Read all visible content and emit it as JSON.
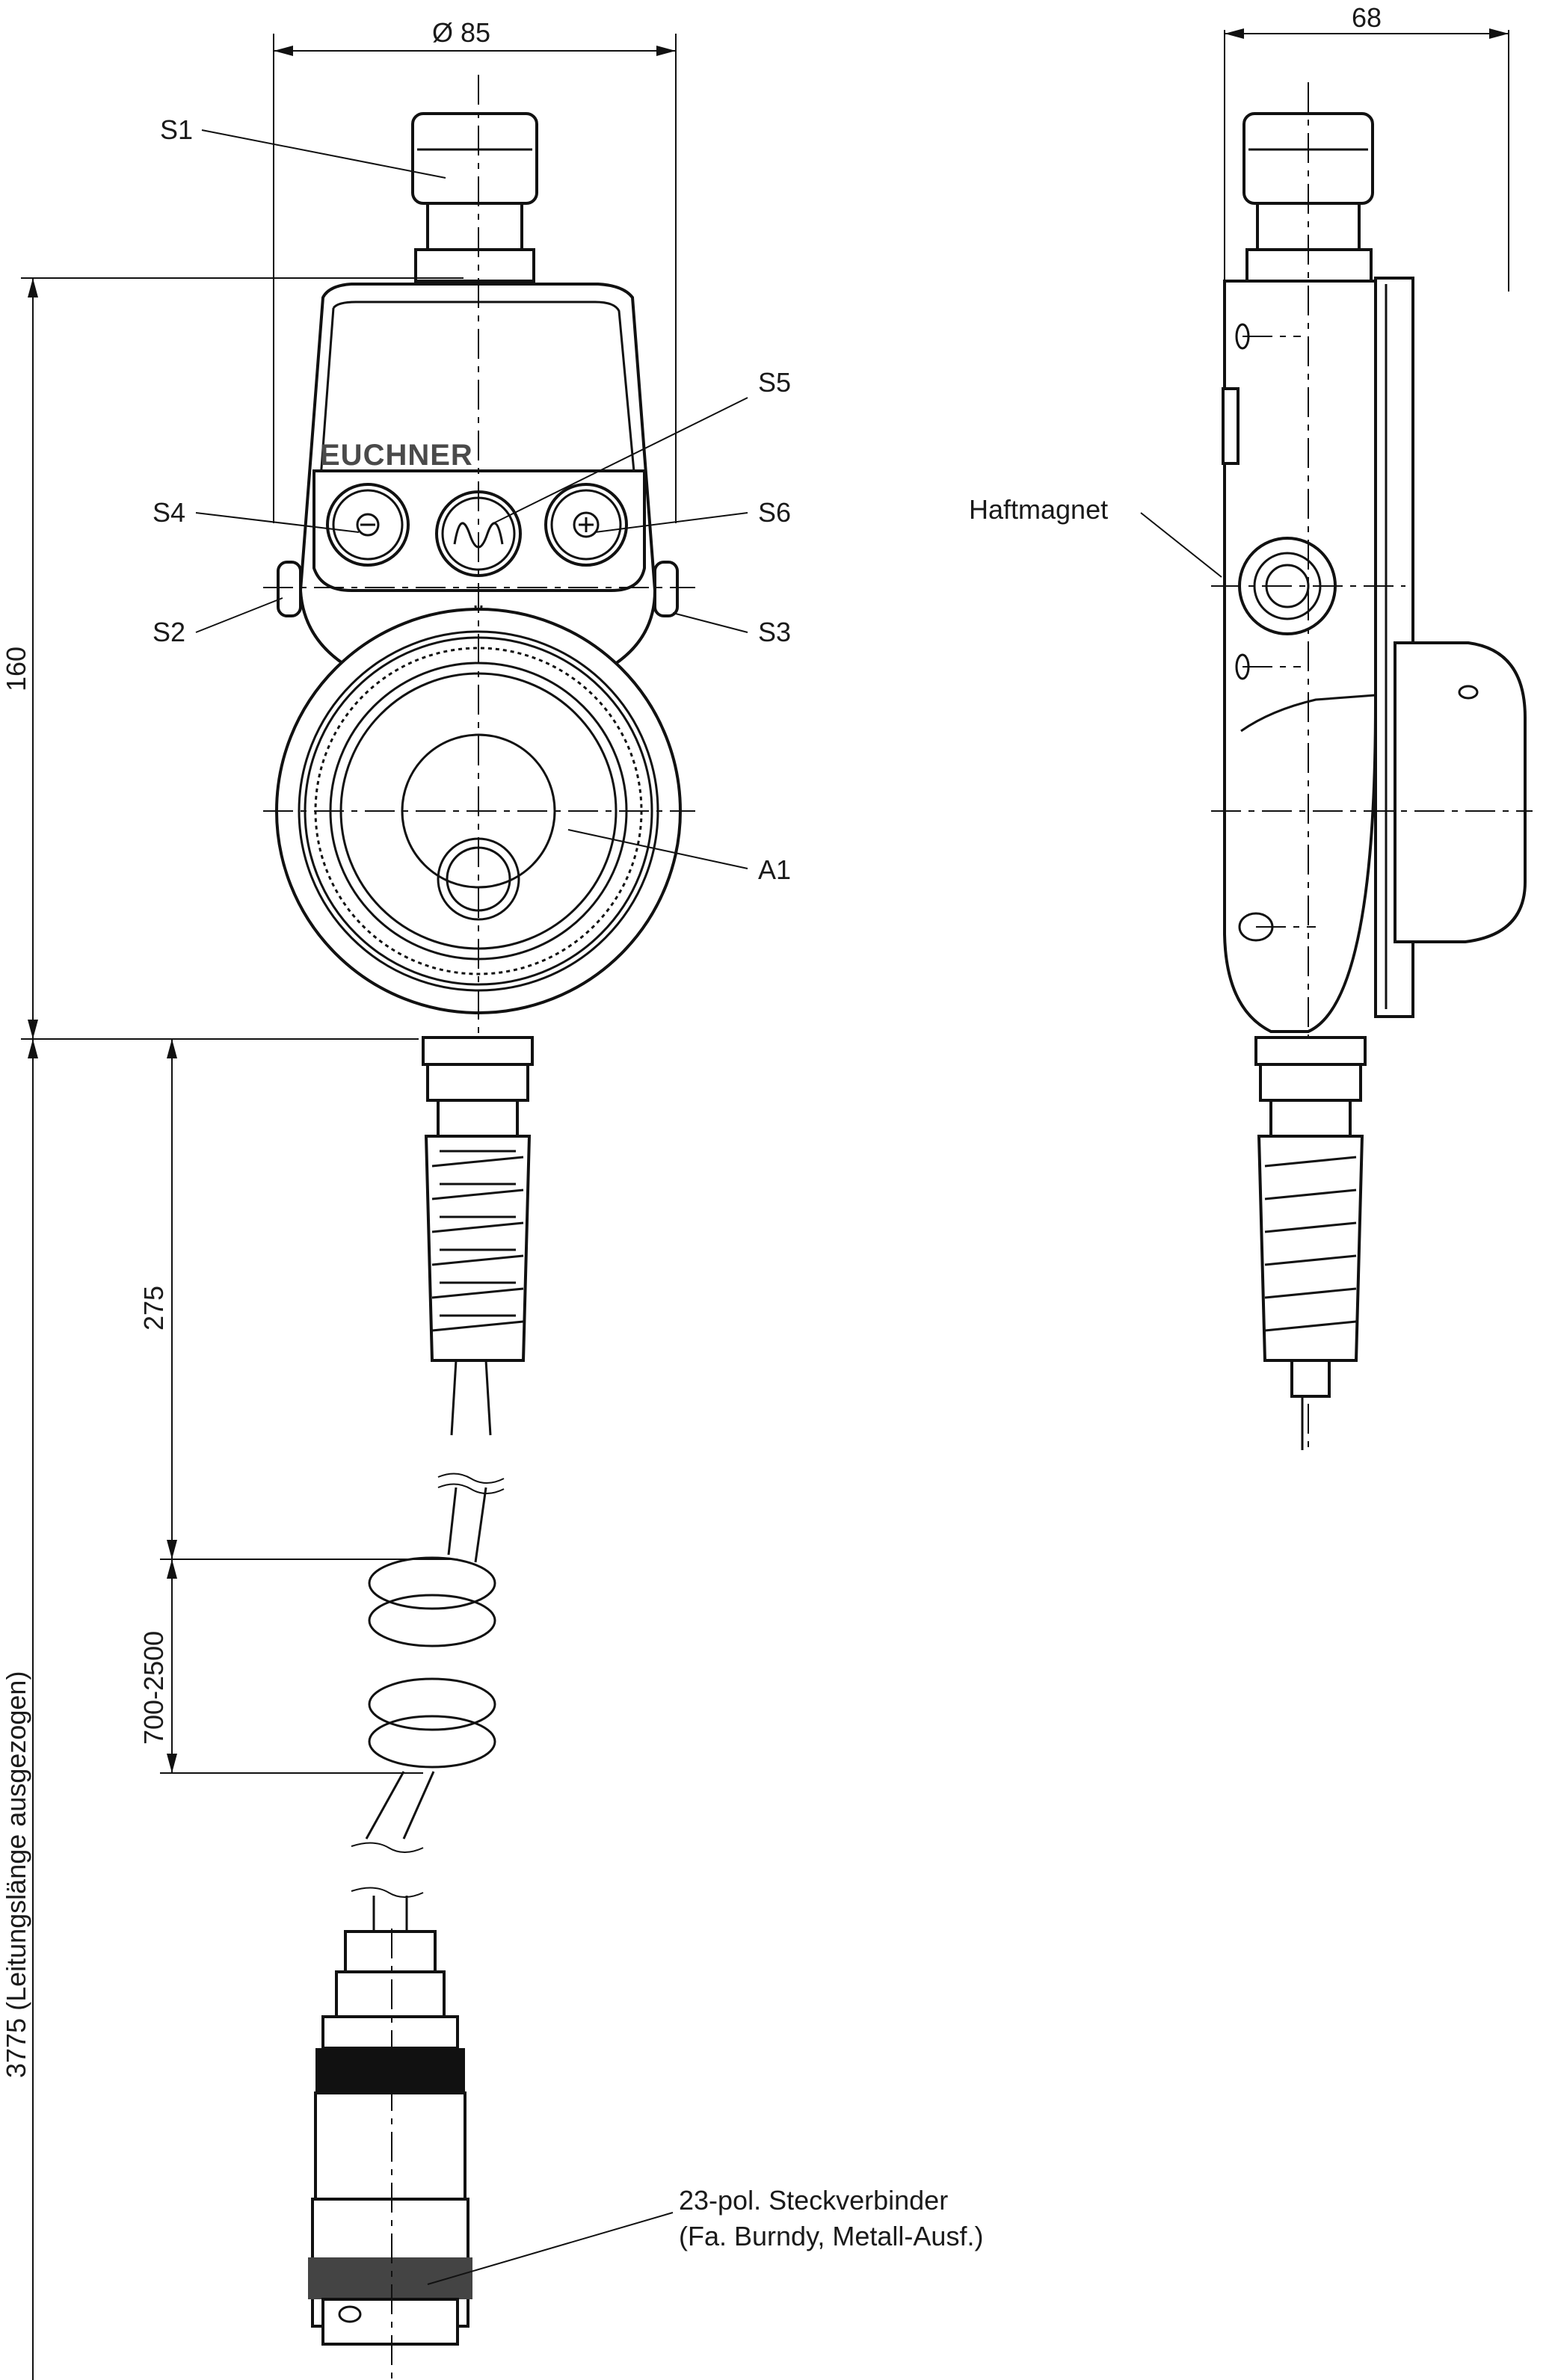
{
  "dimensions": {
    "diameter": "Ø 85",
    "depth": "68",
    "height": "160",
    "spring": "275",
    "coil": "700-2500",
    "total": "3775  (Leitungslänge ausgezogen)"
  },
  "labels": {
    "s1": "S1",
    "s2": "S2",
    "s3": "S3",
    "s4": "S4",
    "s5": "S5",
    "s6": "S6",
    "a1": "A1",
    "magnet": "Haftmagnet",
    "connector_line1": "23-pol. Steckverbinder",
    "connector_line2": "(Fa. Burndy, Metall-Ausf.)"
  },
  "brand": "EUCHNER",
  "button_symbols": {
    "minus": "−",
    "plus": "+",
    "arrow_left": "−",
    "arrow_right": "+"
  }
}
